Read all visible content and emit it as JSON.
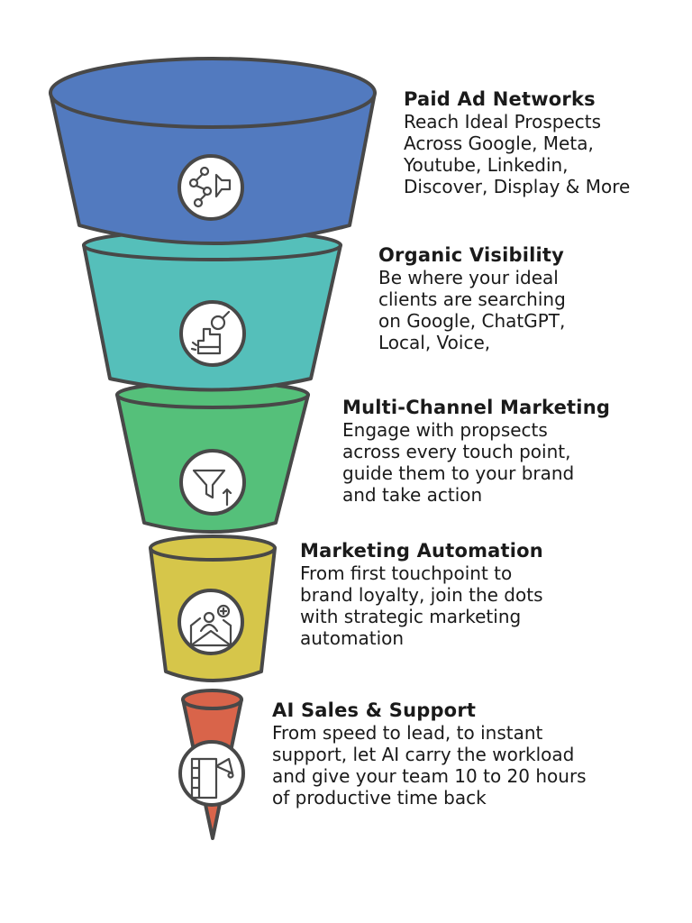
{
  "stages": [
    {
      "title": "Paid Ad Networks",
      "description": "Reach Ideal Prospects\nAcross Google, Meta,\nYoutube, Linkedin,\nDiscover, Display & More",
      "color": "#527ABF",
      "icon": "network-megaphone-icon"
    },
    {
      "title": "Organic Visibility",
      "description": "Be where your ideal\nclients are searching\non Google, ChatGPT,\nLocal, Voice,",
      "color": "#55BFBA",
      "icon": "ranking-search-icon"
    },
    {
      "title": "Multi-Channel Marketing",
      "description": "Engage with propsects\nacross every touch point,\nguide them to your brand\nand take action",
      "color": "#55C07A",
      "icon": "funnel-arrow-icon"
    },
    {
      "title": "Marketing Automation",
      "description": "From first touchpoint to\nbrand loyalty, join the dots\nwith strategic marketing\nautomation",
      "color": "#D6C64A",
      "icon": "email-user-add-icon"
    },
    {
      "title": "AI Sales & Support",
      "description": "From speed to lead, to instant\nsupport, let AI carry the workload\nand give your team 10 to 20 hours\nof productive time back",
      "color": "#D9644A",
      "icon": "document-megaphone-icon"
    }
  ],
  "stroke_color": "#484848"
}
